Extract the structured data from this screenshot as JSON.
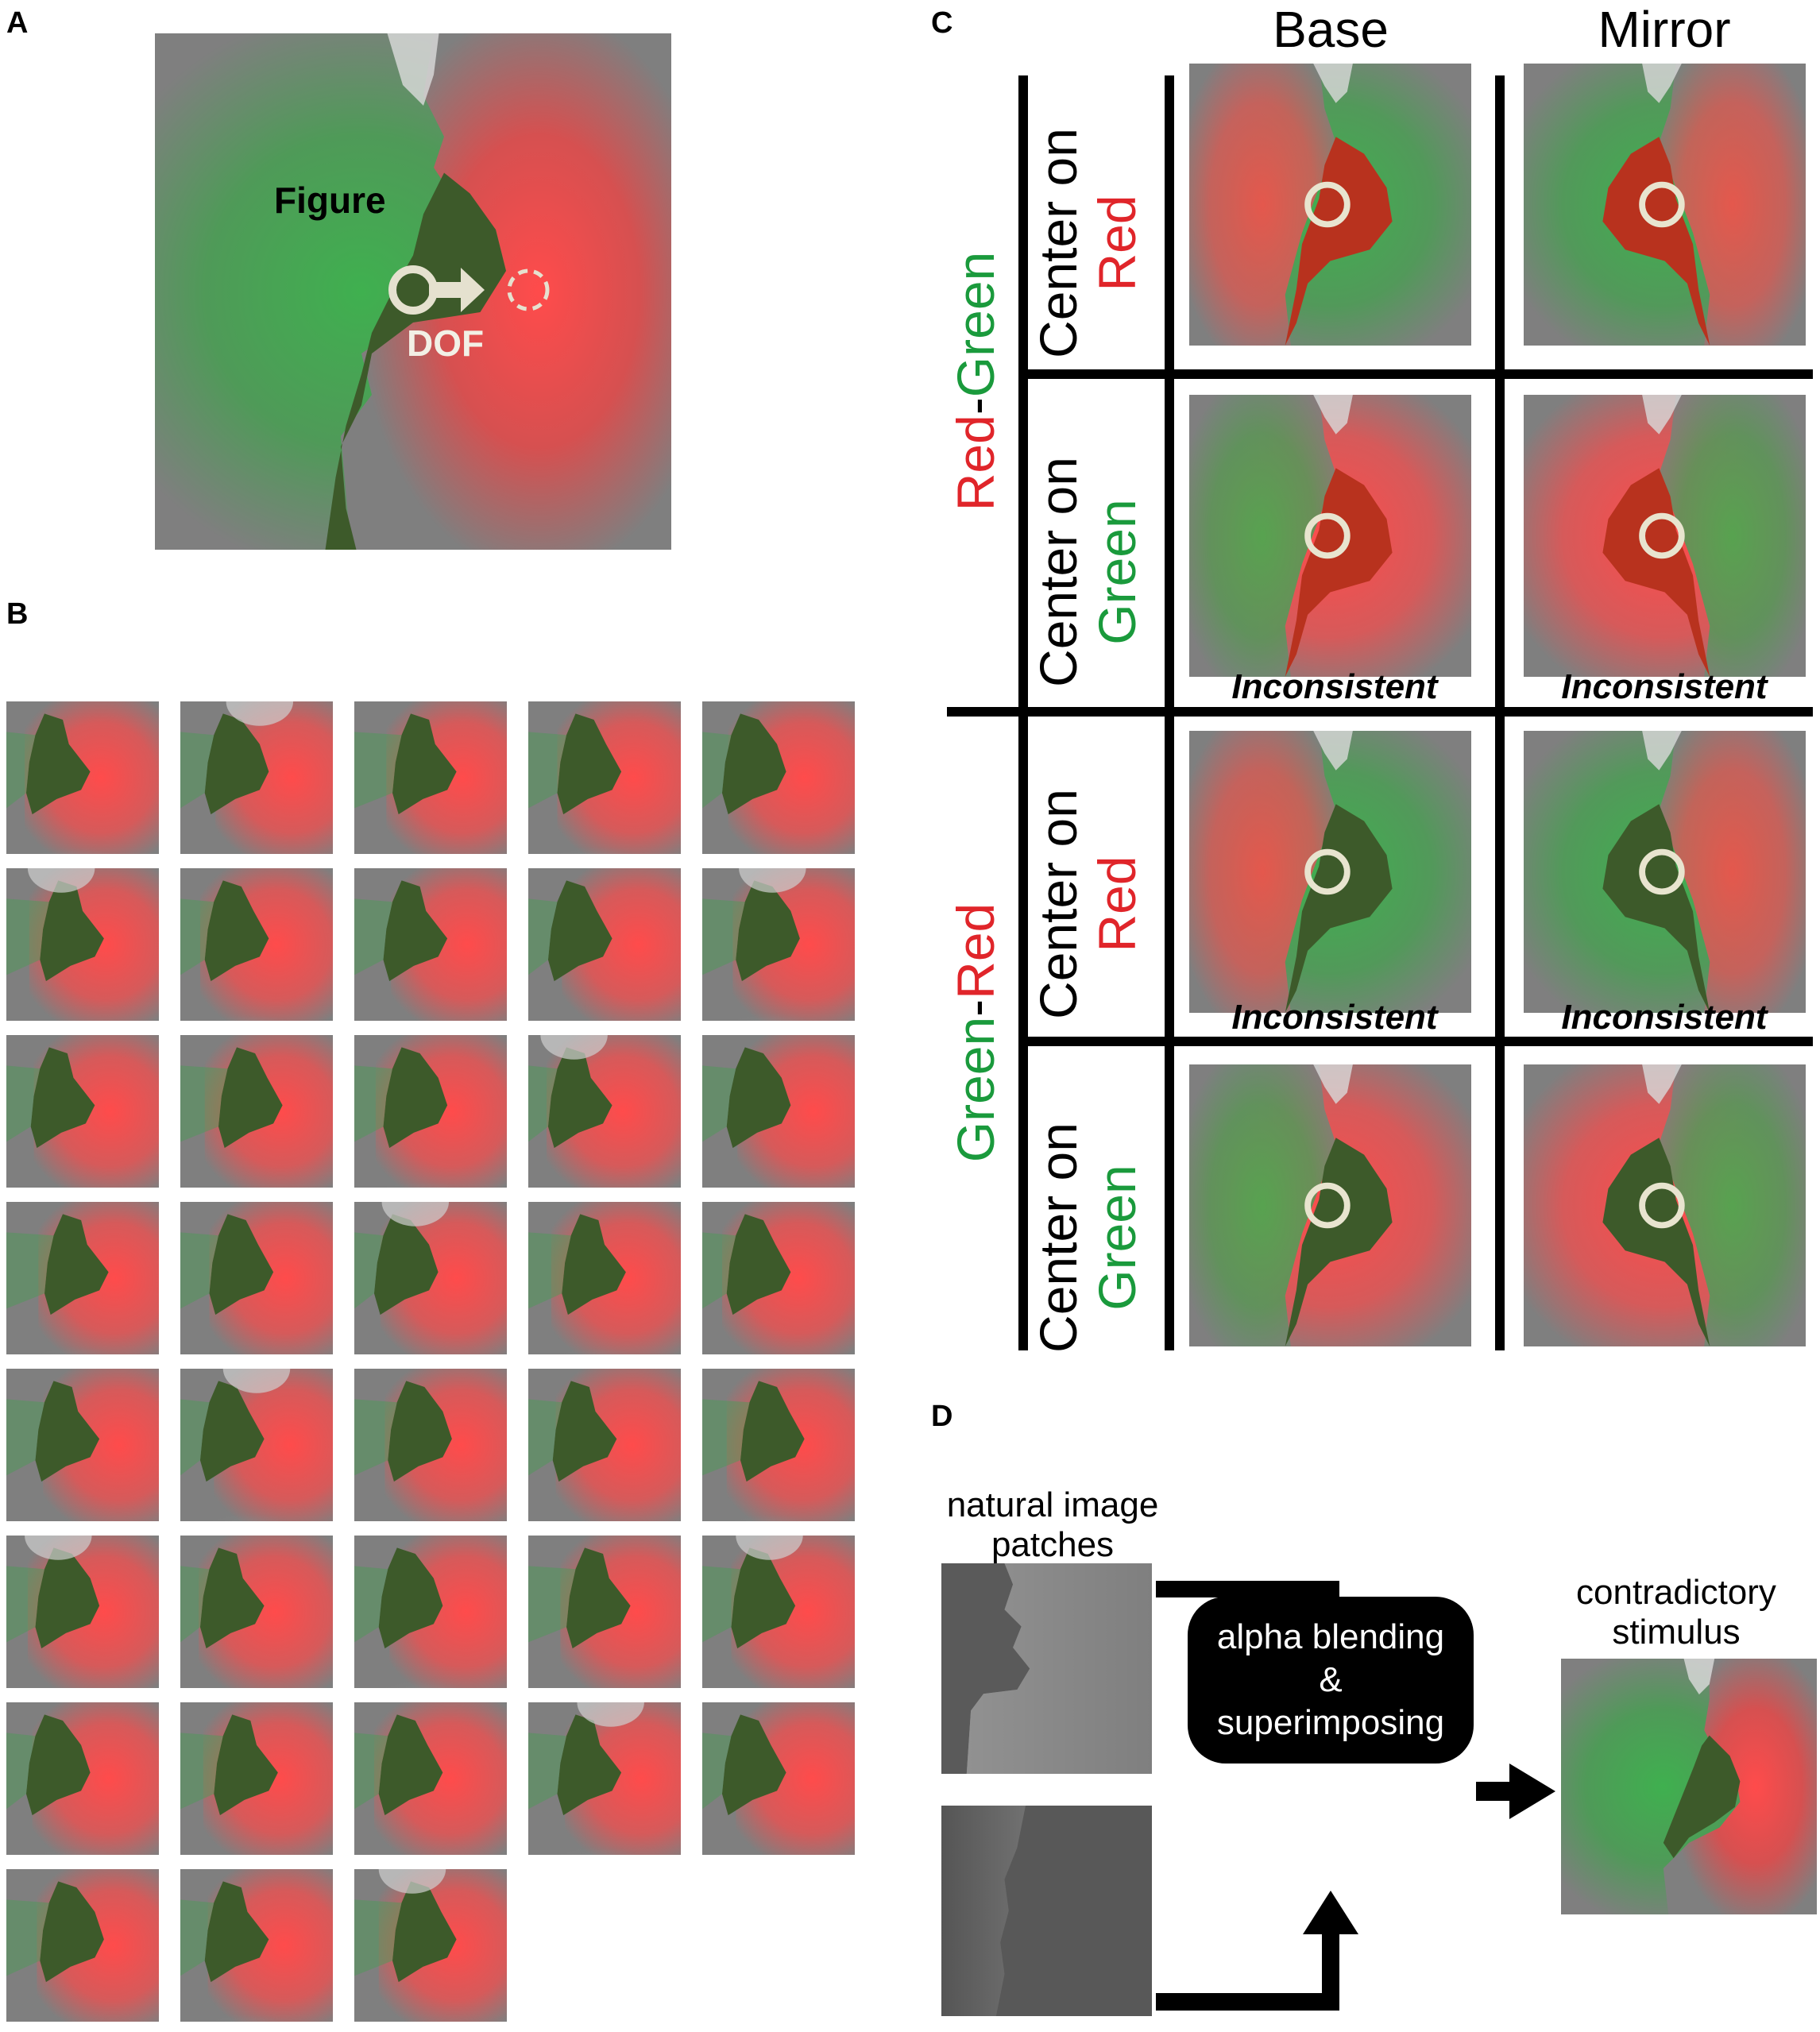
{
  "panels": {
    "a": {
      "letter": "A",
      "figure_label": "Figure",
      "dof_label": "DOF"
    },
    "b": {
      "letter": "B",
      "thumb_count": 38
    },
    "c": {
      "letter": "C",
      "col_headers": [
        "Base",
        "Mirror"
      ],
      "group_labels": [
        {
          "first": "Red",
          "sep": "-",
          "second": "Green",
          "first_color": "#e0252a",
          "second_color": "#1a9a3c"
        },
        {
          "first": "Green",
          "sep": "-",
          "second": "Red",
          "first_color": "#1a9a3c",
          "second_color": "#e0252a"
        }
      ],
      "row_prefix": "Center on",
      "rows": [
        {
          "color_word": "Red",
          "color": "#e0252a"
        },
        {
          "color_word": "Green",
          "color": "#1a9a3c"
        },
        {
          "color_word": "Red",
          "color": "#e0252a"
        },
        {
          "color_word": "Green",
          "color": "#1a9a3c"
        }
      ],
      "inconsistent_label": "Inconsistent"
    },
    "d": {
      "letter": "D",
      "input_label": "natural image patches",
      "input_label_line1": "natural image",
      "input_label_line2": "patches",
      "process_line1": "alpha blending",
      "process_line2": "&",
      "process_line3": "superimposing",
      "output_label_line1": "contradictory",
      "output_label_line2": "stimulus"
    }
  },
  "colors": {
    "red": "#e0252a",
    "green": "#1a9a3c",
    "gray": "#7f7f7f",
    "figure_dark": "#3d5a2a"
  }
}
